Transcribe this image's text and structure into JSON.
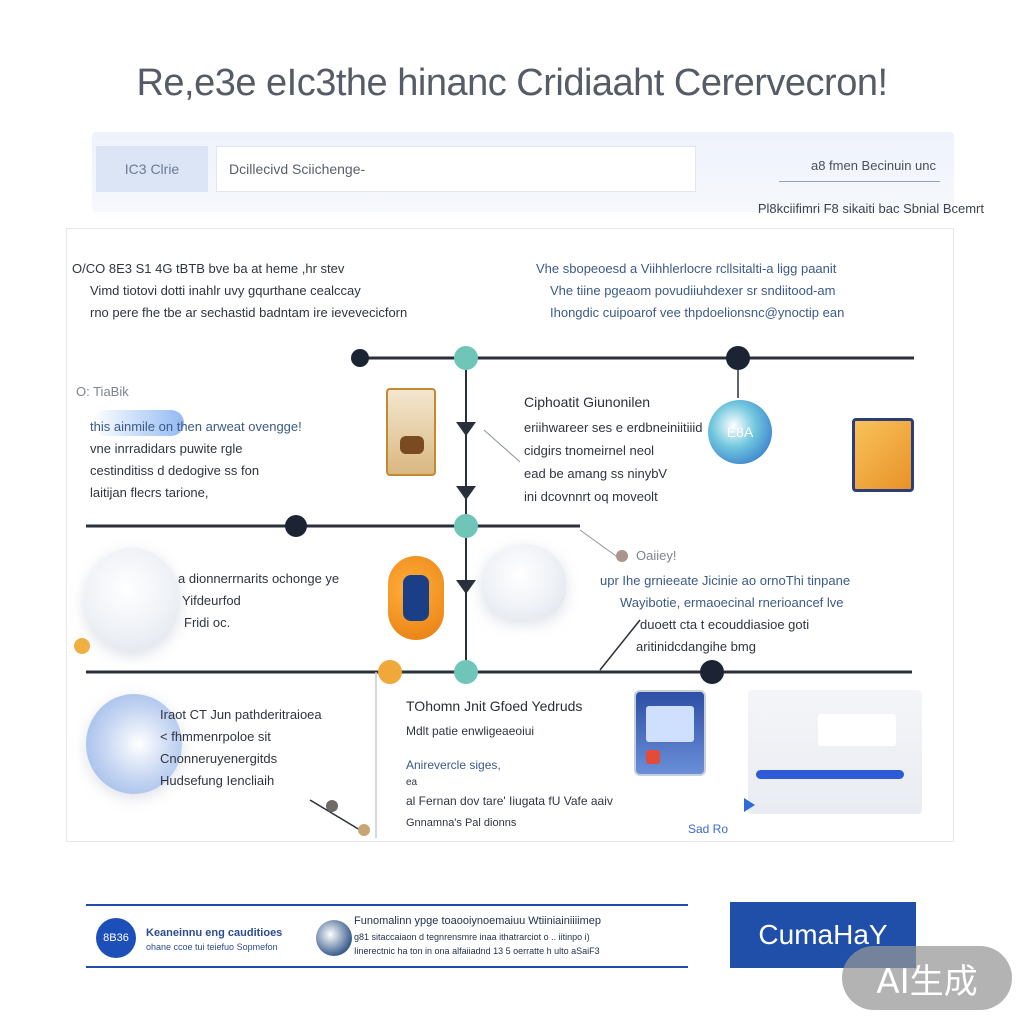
{
  "header": {
    "title": "Re,e3e eIc3the hinanc Cridiaaht Cerervecron!"
  },
  "top_panel": {
    "tag": "IC3 Clrie",
    "search_text": "Dcillecivd Sciichenge-",
    "right_link": "a8 fmen Becinuin unc",
    "sub_caption": "Pl8kciifimri F8 sikaiti bac Sbnial Bcemrt"
  },
  "blocks": {
    "top_left": [
      "O/CO 8E3 S1 4G tBTB bve ba at heme ,hr stev",
      "Vimd tiotovi dotti inahlr uvy gqurthane cealccay",
      "rno pere fhe tbe ar sechastid badntam ire ievevecicforn"
    ],
    "top_right": [
      "Vhe sbopeoesd a Viihhlerlocre rcllsitalti-a ligg paanit",
      "Vhe tiine pgeaom povudiiuhdexer sr sndiitood-am",
      "Ihongdic  cuipoarof vee thpdoelionsnc@ynoctip ean"
    ],
    "mid_left_heading": "O: TiaBik",
    "mid_left": [
      "this ainmile  on then arweat ovengge!",
      "vne inrradidars  puwite rgle",
      "cestinditiss d dedogive  ss fon",
      "laitijan flecrs tarione,"
    ],
    "mid_center_heading": "Ciphoatit Giunonilen",
    "mid_center": [
      "eriihwareer ses e erdbneiniitiiid",
      "cidgirs tnomeirnel neol",
      "ead be amang ss ninybV",
      "ini dcovnnrt oq moveolt"
    ],
    "lower_left": [
      "a dionnerrnarits ochonge ye",
      "Yifdeurfod",
      "Fridi oc."
    ],
    "lower_right_heading": "Oaiiey!",
    "lower_right": [
      "upr Ihe grnieeate Jicinie ao ornoThi tinpane",
      "Wayibotie,  ermaoecinal rnerioancef lve",
      "duoett  cta t  ecouddiasioe goti",
      "aritinidcdangihe bmg"
    ],
    "bottom_left": [
      "Iraot CT Jun pathderitraioea",
      "< fhmmenrpoloe sit",
      "Cnonneruyenergitds",
      "Hudsefung Iencliaih"
    ],
    "bottom_center_heading": "TOhomn Jnit Gfoed Yedruds",
    "bottom_center": [
      "Mdlt patie enwligeaeoiui",
      "Anirevercle siges,",
      "ea",
      "al Fernan dov tare' Iiugata fU Vafe aaiv",
      "Gnnamna's Pal dionns"
    ],
    "bottom_link": "Sad Ro"
  },
  "badge_text": "E8A",
  "footer": {
    "badge": "8B36",
    "left_line1": "Keaneinnu eng cauditioes",
    "left_line2": "ohane ccoe tui teiefuo Sopmefon",
    "mid_line1": "Funomalinn ypge  toaooiynoemaiuu  Wtiiniainiiiimep",
    "mid_line2": "g81  sitaccaiaon d tegnrensmre inaa  ithatrarciot o ..  iitinpo i)",
    "mid_line3": "Iinerectnic ha ton in ona alfaiiadnd  13 5    oerratte  h ulto aSaiF3",
    "cta_label": "CumaHaY"
  },
  "watermark": "AI生成",
  "colors": {
    "accent": "#1f4fa8",
    "teal_node": "#6ec5b8",
    "dark_node": "#1c2434",
    "orange_node": "#f0a83a"
  }
}
